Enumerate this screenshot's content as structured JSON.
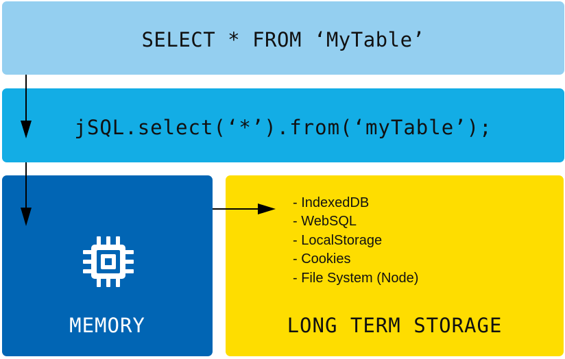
{
  "query_sql": "SELECT * FROM ‘MyTable’",
  "query_jsql": "jSQL.select(‘*’).from(‘myTable’);",
  "memory": {
    "label": "MEMORY",
    "icon": "cpu-chip-icon"
  },
  "storage": {
    "label": "LONG TERM STORAGE",
    "items": [
      "- IndexedDB",
      "- WebSQL",
      "- LocalStorage",
      "- Cookies",
      "- File System (Node)"
    ]
  },
  "colors": {
    "sql_box": "#94cff0",
    "jsql_box": "#13ade5",
    "memory_box": "#0165b4",
    "storage_box": "#fedd00"
  }
}
